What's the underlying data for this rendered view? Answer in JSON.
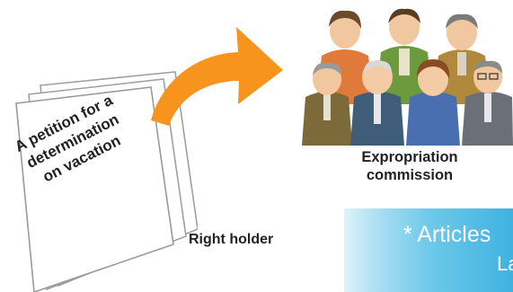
{
  "petition": {
    "line1": "A petition for a",
    "line2": "determination",
    "line3": "on vacation"
  },
  "commission": {
    "line1": "Expropriation",
    "line2": "commission"
  },
  "right_holder": "Right holder",
  "articles_banner": {
    "line1": "* Articles",
    "line2": "La"
  },
  "colors": {
    "arrow": "#f7941d",
    "banner": "#3fb2e0",
    "text": "#222222"
  }
}
